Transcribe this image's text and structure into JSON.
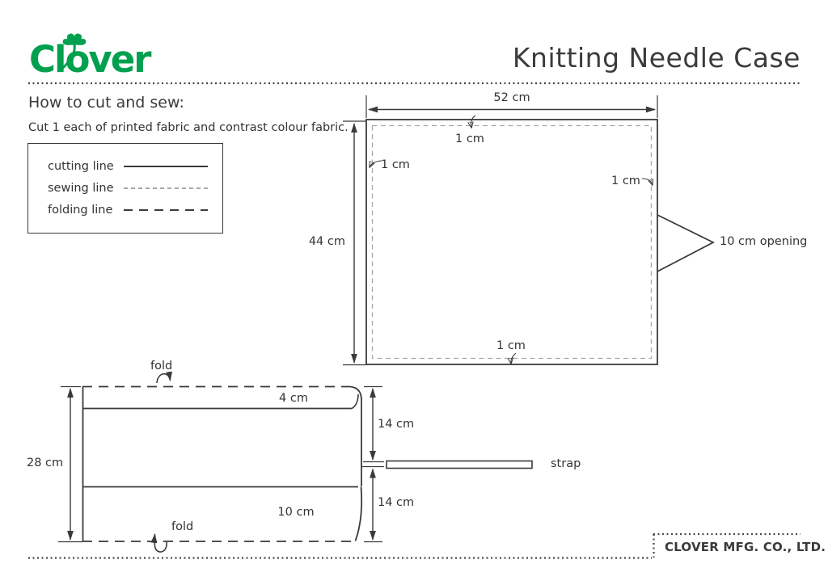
{
  "brand": {
    "logo_text": "Clover"
  },
  "header": {
    "title": "Knitting Needle Case"
  },
  "intro": {
    "heading": "How to cut and sew:",
    "subtitle": "Cut 1 each of printed fabric and contrast colour fabric."
  },
  "legend": {
    "cutting": "cutting line",
    "sewing": "sewing line",
    "folding": "folding line"
  },
  "main_diagram": {
    "width": "52 cm",
    "height": "44 cm",
    "seam_top": "1 cm",
    "seam_left": "1 cm",
    "seam_right": "1 cm",
    "seam_bottom": "1 cm",
    "opening": "10 cm opening"
  },
  "strip_diagram": {
    "height": "28 cm",
    "fold_top": "fold",
    "fold_bottom": "fold",
    "flap_top": "4 cm",
    "flap_bottom": "10 cm",
    "half_top": "14 cm",
    "half_bottom": "14 cm",
    "strap": "strap"
  },
  "footer": {
    "company": "CLOVER MFG. CO., LTD."
  },
  "colors": {
    "line": "#3a3a3a",
    "sewing_line": "#a8a8a8",
    "brand_green": "#00a04e"
  }
}
